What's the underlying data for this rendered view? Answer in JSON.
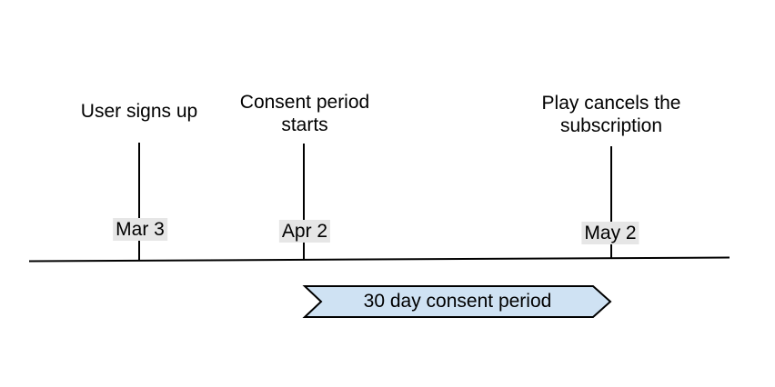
{
  "diagram": {
    "events": [
      {
        "label": "User signs up",
        "date": "Mar 3"
      },
      {
        "label": "Consent period starts",
        "date": "Apr 2"
      },
      {
        "label": "Play cancels the subscription",
        "date": "May 2"
      }
    ],
    "banner": {
      "label": "30 day consent period",
      "fill": "#cfe2f3",
      "stroke": "#000000"
    },
    "colors": {
      "date_chip_background": "#e6e6e6",
      "timeline_line": "#000000",
      "text": "#000000",
      "background": "#ffffff"
    }
  }
}
